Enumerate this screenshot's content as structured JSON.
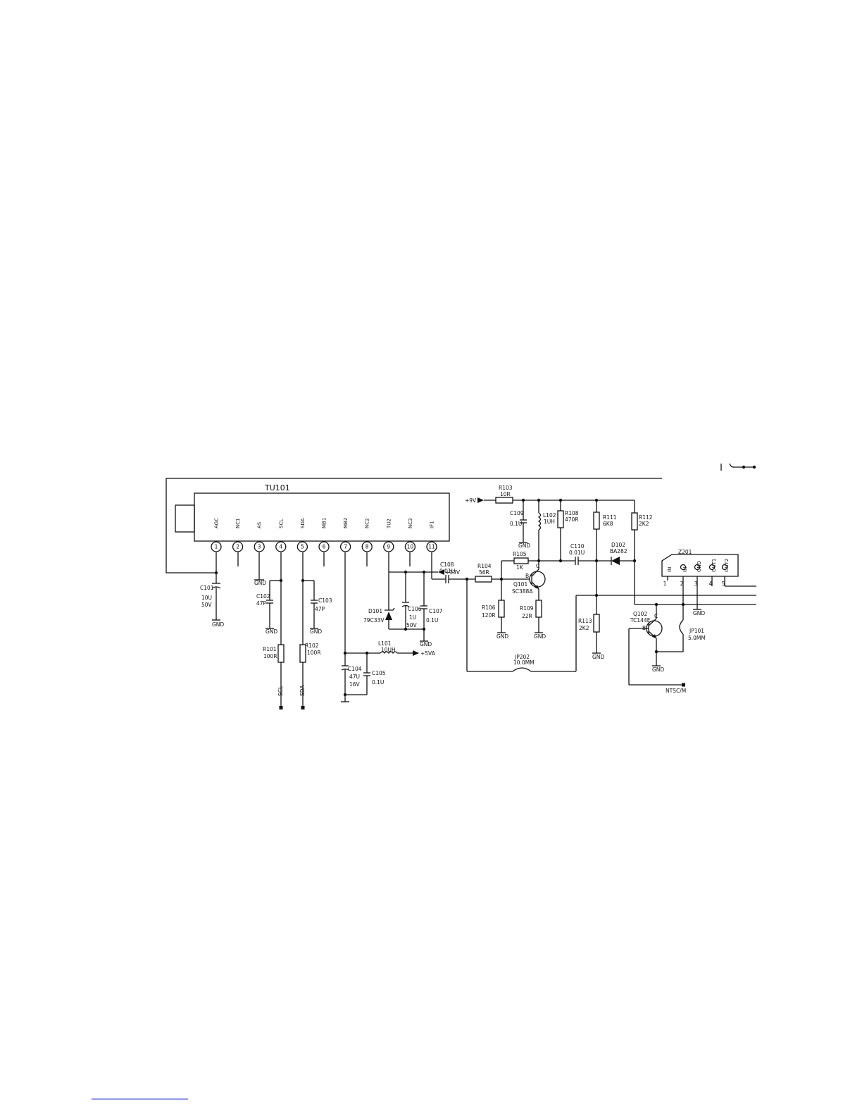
{
  "tuner": {
    "ref": "TU101",
    "pins": [
      {
        "num": "1",
        "name": "AGC"
      },
      {
        "num": "2",
        "name": "NC1"
      },
      {
        "num": "3",
        "name": "AS"
      },
      {
        "num": "4",
        "name": "SCL"
      },
      {
        "num": "5",
        "name": "SDA"
      },
      {
        "num": "6",
        "name": "MB1"
      },
      {
        "num": "7",
        "name": "MB2"
      },
      {
        "num": "8",
        "name": "NC2"
      },
      {
        "num": "9",
        "name": "TU2"
      },
      {
        "num": "10",
        "name": "NC3"
      },
      {
        "num": "11",
        "name": "IF1"
      }
    ]
  },
  "components": {
    "c101": {
      "ref": "C101",
      "value": "10U",
      "rating": "50V"
    },
    "c102": {
      "ref": "C102",
      "value": "47P"
    },
    "c103": {
      "ref": "C103",
      "value": "47P"
    },
    "r101": {
      "ref": "R101",
      "value": "100R"
    },
    "r102": {
      "ref": "R102",
      "value": "100R"
    },
    "c104": {
      "ref": "C104",
      "value": "47U",
      "rating": "16V"
    },
    "c105": {
      "ref": "C105",
      "value": "0.1U"
    },
    "l101": {
      "ref": "L101",
      "value": "10UH"
    },
    "d101": {
      "ref": "D101",
      "value": "79C33V"
    },
    "c106": {
      "ref": "C106",
      "value": "1U",
      "rating": "50V"
    },
    "c107": {
      "ref": "C107",
      "value": "0.1U"
    },
    "c108": {
      "ref": "C108",
      "value": "0.01U"
    },
    "r104": {
      "ref": "R104",
      "value": "56R"
    },
    "r105": {
      "ref": "R105",
      "value": "1K"
    },
    "q101": {
      "ref": "Q101",
      "value": "SC388A",
      "pin_b": "B",
      "pin_c": "C"
    },
    "r106": {
      "ref": "R106",
      "value": "120R"
    },
    "r109": {
      "ref": "R109",
      "value": "22R"
    },
    "r103": {
      "ref": "R103",
      "value": "10R"
    },
    "c109": {
      "ref": "C109",
      "value": "0.1U"
    },
    "l102": {
      "ref": "L102",
      "value": "1UH"
    },
    "r108": {
      "ref": "R108",
      "value": "470R"
    },
    "c110": {
      "ref": "C110",
      "value": "0.01U"
    },
    "d102": {
      "ref": "D102",
      "value": "BA282"
    },
    "r111": {
      "ref": "R111",
      "value": "6K8"
    },
    "r112": {
      "ref": "R112",
      "value": "2K2"
    },
    "r113": {
      "ref": "R113",
      "value": "2K2"
    },
    "jp202": {
      "ref": "JP202",
      "value": "10.0MM"
    },
    "q102": {
      "ref": "Q102",
      "value": "TC144E",
      "pin_b": "B",
      "pin_c": "C"
    },
    "jp101": {
      "ref": "JP101",
      "value": "5.0MM"
    },
    "z201": {
      "ref": "Z201",
      "pins": [
        {
          "num": "1",
          "name": "IN"
        },
        {
          "num": "2",
          "name": "IN"
        },
        {
          "num": "3",
          "name": "GND"
        },
        {
          "num": "4",
          "name": "OUT1"
        },
        {
          "num": "5",
          "name": "OUT2"
        }
      ]
    }
  },
  "nets": {
    "gnd": "GND",
    "plus_33v": "+33V",
    "plus_5va": "+5VA",
    "plus_9v": "+9V",
    "scl": "SCL",
    "sda": "SDA",
    "ntsc": "NTSC/M"
  },
  "colors": {
    "ink": "#111111",
    "footer_link": "#2233cc"
  }
}
